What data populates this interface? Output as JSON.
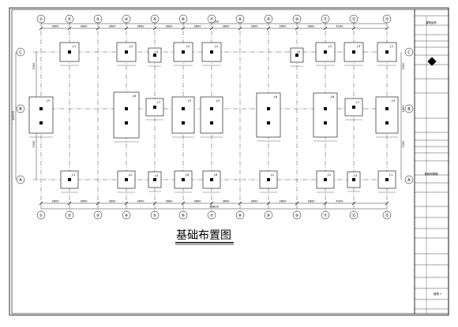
{
  "drawing": {
    "title": "基础布置图",
    "axis_labels_top": [
      "①",
      "②",
      "③",
      "④",
      "⑤",
      "⑥",
      "⑦",
      "⑧",
      "⑨",
      "⑩",
      "⑪",
      "⑫",
      "⑬"
    ],
    "axis_labels_side": [
      "C",
      "B",
      "A"
    ],
    "overall_dimension": "39600",
    "bay_dimensions_top": [
      "3600",
      "3600",
      "3600",
      "3600",
      "3600",
      "3600",
      "3600",
      "3600",
      "3600",
      "3600",
      "4200"
    ],
    "side_dimensions": [
      "7200",
      "1800",
      "7200"
    ],
    "side_total": "16200",
    "footing_labels": [
      "J-1",
      "J-2",
      "J-3",
      "J-4",
      "J-5",
      "J-6",
      "J-7",
      "J-8"
    ]
  },
  "title_block": {
    "project": "建筑结构",
    "drawing_name": "基础布置图",
    "drawing_no": "结施-1"
  }
}
